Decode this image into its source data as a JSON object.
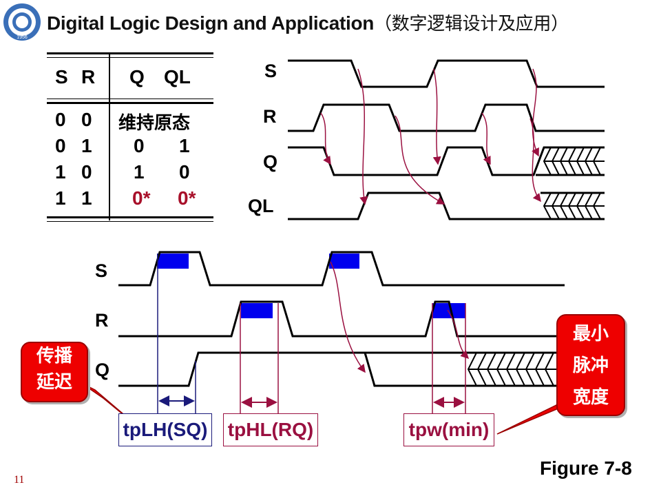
{
  "header": {
    "title_en": "Digital Logic Design and Application",
    "title_cn": "（数字逻辑设计及应用）"
  },
  "logo": {
    "name": "university-seal",
    "text": "1956"
  },
  "truth_table": {
    "headers": [
      "S",
      "R",
      "Q",
      "QL"
    ],
    "rows": [
      {
        "S": "0",
        "R": "0",
        "Q": "维持原态",
        "QL": ""
      },
      {
        "S": "0",
        "R": "1",
        "Q": "0",
        "QL": "1"
      },
      {
        "S": "1",
        "R": "0",
        "Q": "1",
        "QL": "0"
      },
      {
        "S": "1",
        "R": "1",
        "Q": "0*",
        "QL": "0*"
      }
    ]
  },
  "top_diagram": {
    "signals": [
      "S",
      "R",
      "Q",
      "QL"
    ]
  },
  "bottom_diagram": {
    "signals": [
      "S",
      "R",
      "Q"
    ]
  },
  "callouts": {
    "propagation_delay": [
      "传播",
      "延迟"
    ],
    "min_pulse_width": [
      "最小",
      "脉冲",
      "宽度"
    ]
  },
  "timing_labels": {
    "tplh": "tpLH(SQ)",
    "tphl": "tpHL(RQ)",
    "tpw": "tpw(min)"
  },
  "colors": {
    "tplh_border": "#1a1a7a",
    "tplh_text": "#1a1a7a",
    "tphl_border": "#9a1040",
    "tphl_text": "#9a1040",
    "highlight_block": "#0000ee",
    "arrow": "#9a1040",
    "callout_fill": "#ee0000"
  },
  "footer": {
    "slide_number": "11",
    "figure": "Figure 7-8"
  }
}
